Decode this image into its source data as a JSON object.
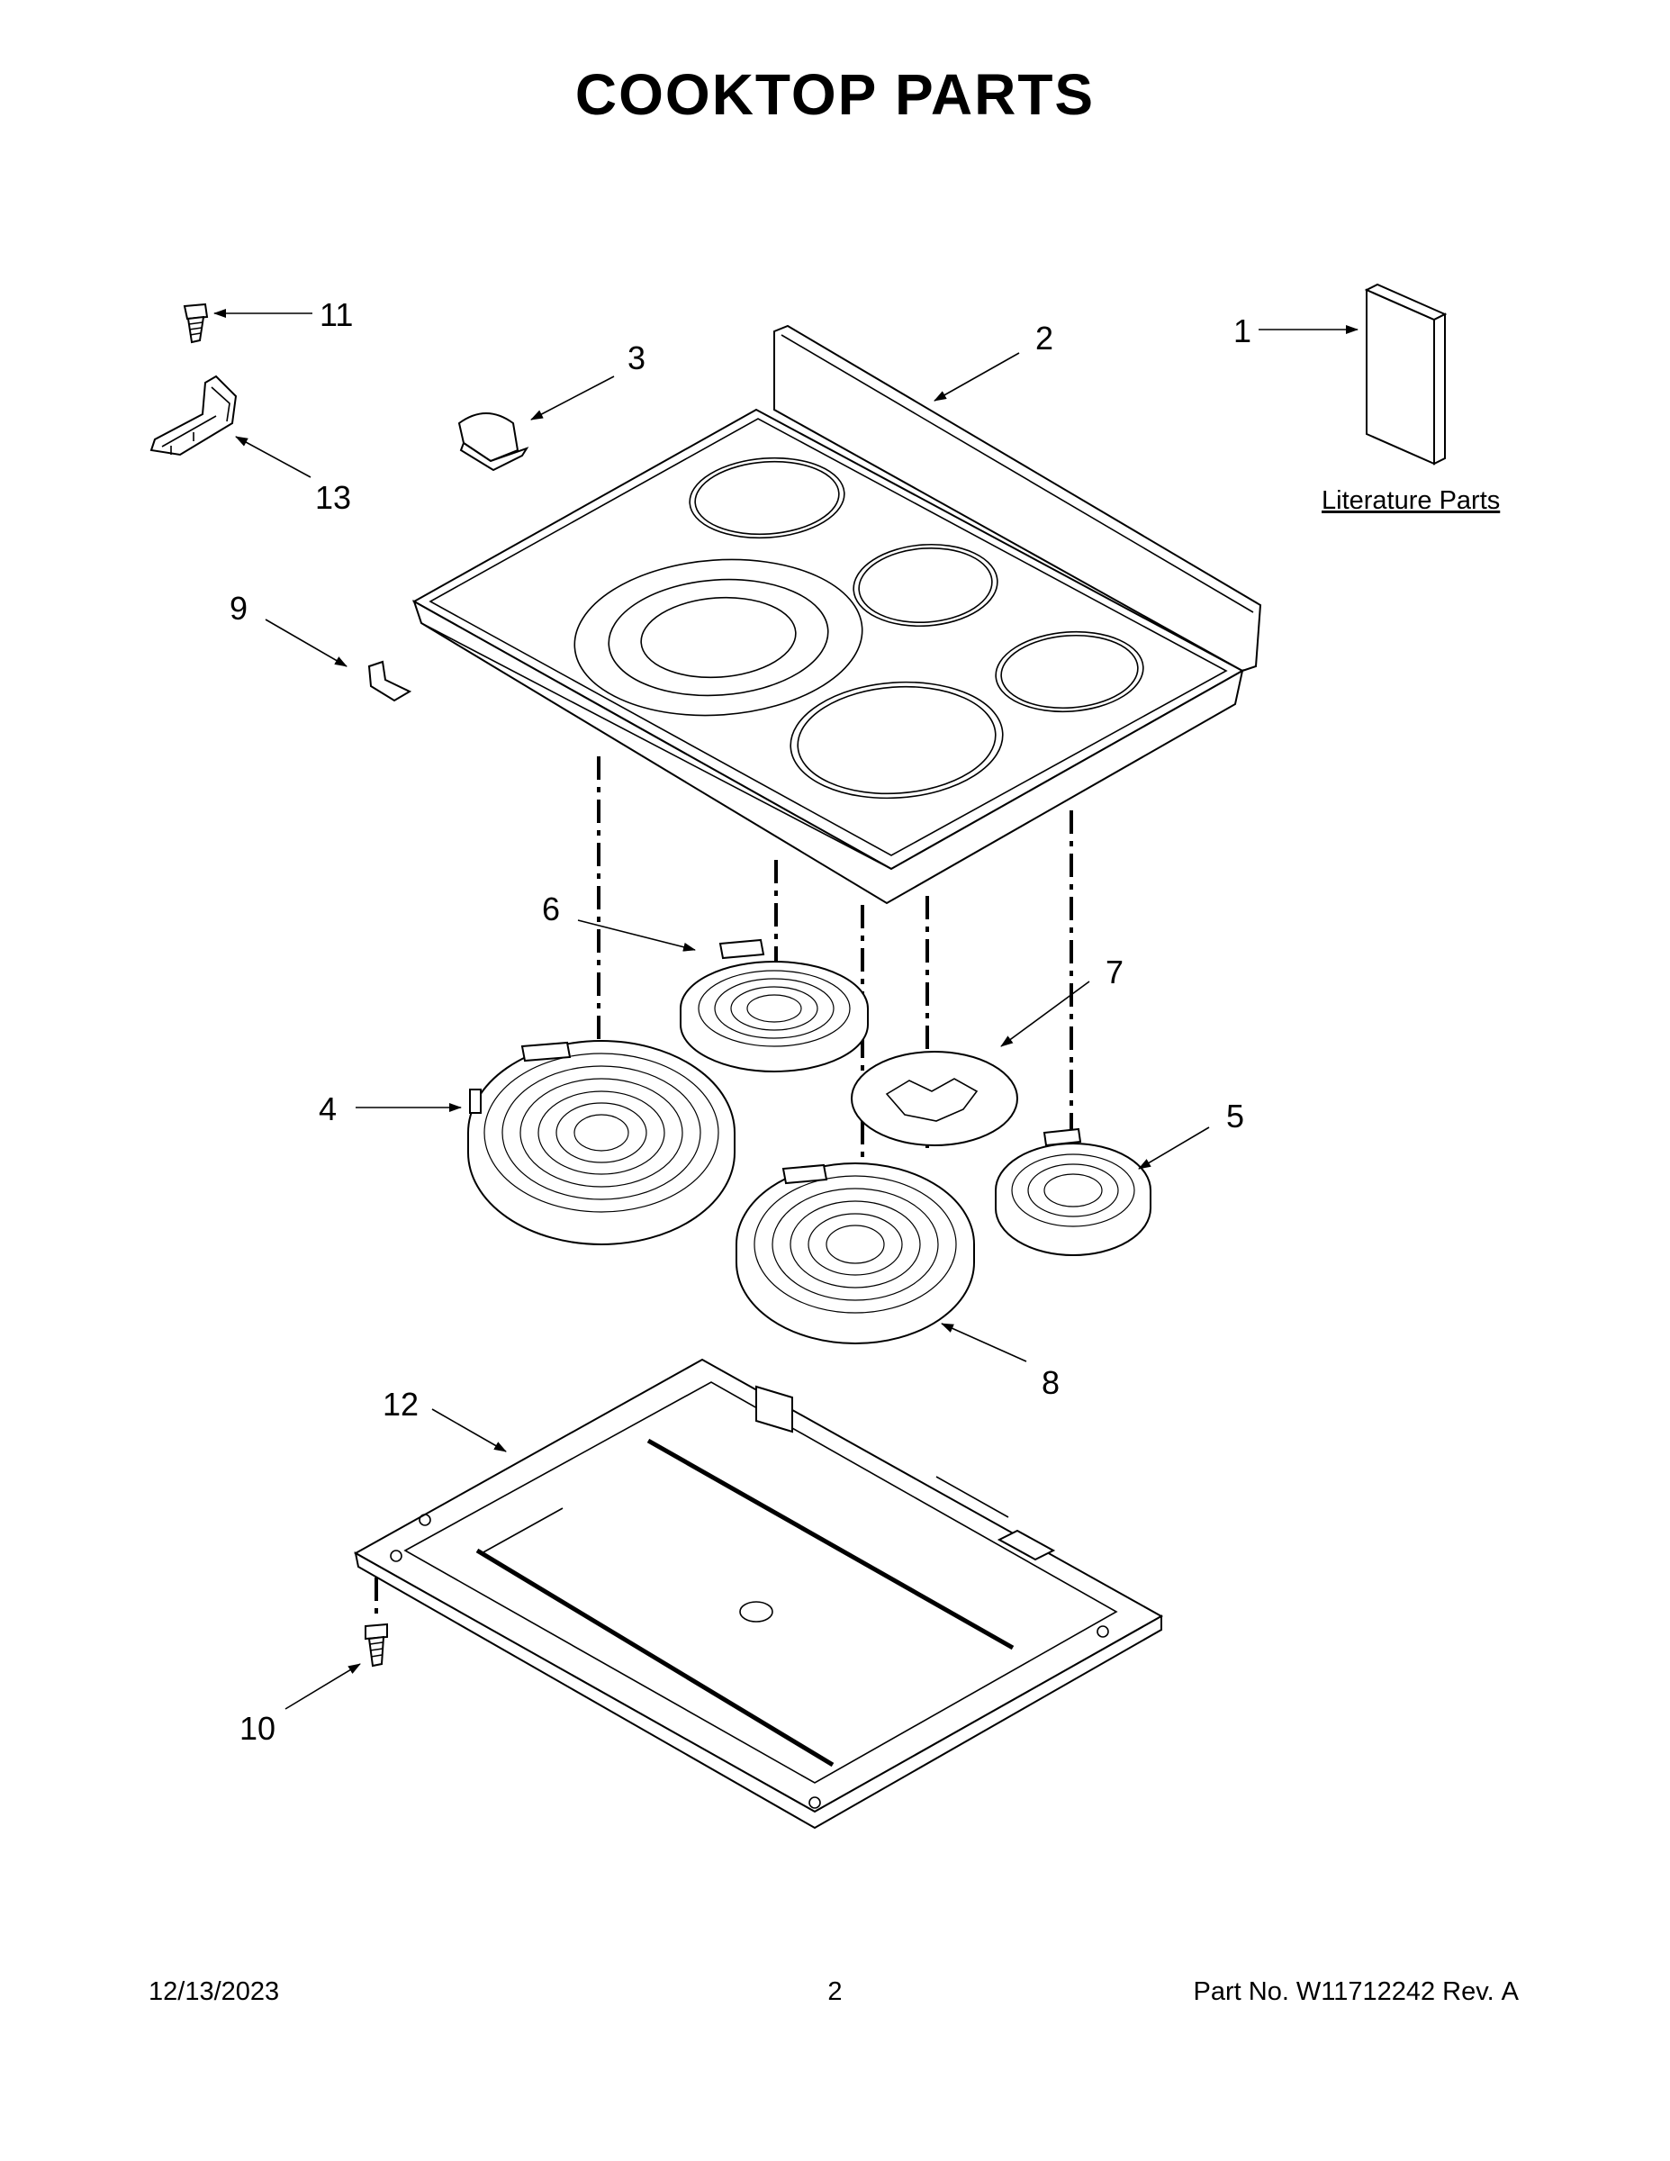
{
  "title": "COOKTOP PARTS",
  "callouts": {
    "c1": "1",
    "c2": "2",
    "c3": "3",
    "c4": "4",
    "c5": "5",
    "c6": "6",
    "c7": "7",
    "c8": "8",
    "c9": "9",
    "c10": "10",
    "c11": "11",
    "c12": "12",
    "c13": "13"
  },
  "literature_label": "Literature Parts",
  "footer": {
    "date": "12/13/2023",
    "page": "2",
    "part_label": "Part No.",
    "part_number": "W11712242",
    "rev_label": "Rev.",
    "rev": "A"
  }
}
